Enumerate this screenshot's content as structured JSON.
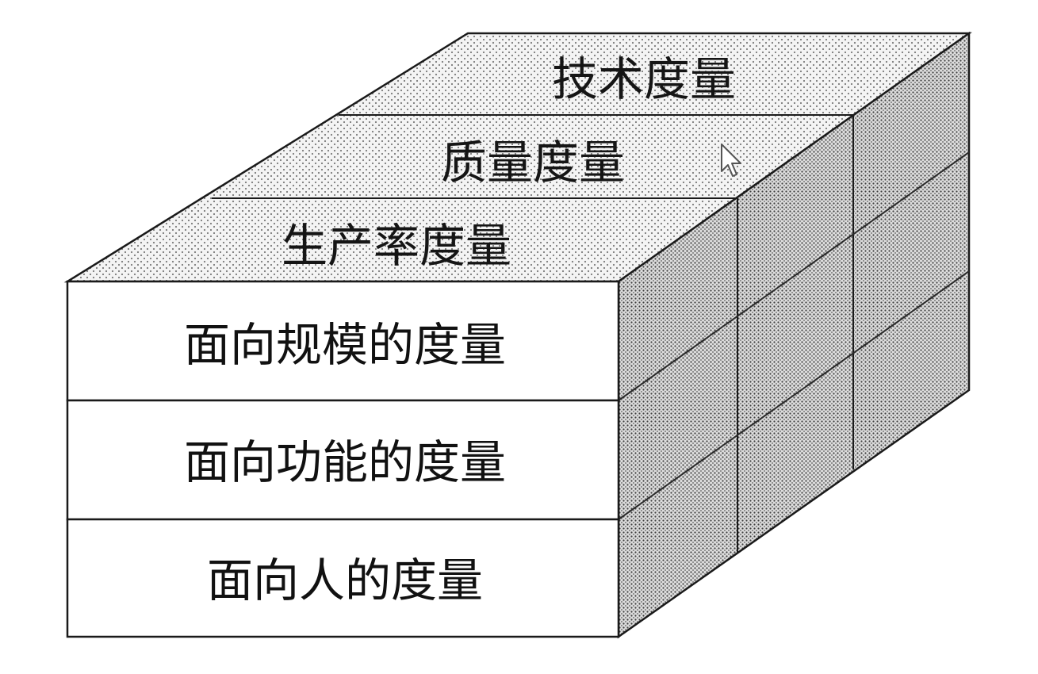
{
  "diagram": {
    "top_layers": [
      {
        "label": "技术度量"
      },
      {
        "label": "质量度量"
      },
      {
        "label": "生产率度量"
      }
    ],
    "front_layers": [
      {
        "label": "面向规模的度量"
      },
      {
        "label": "面向功能的度量"
      },
      {
        "label": "面向人的度量"
      }
    ]
  },
  "colors": {
    "edge": "#1a1a1a",
    "front_fill": "#ffffff",
    "top_fill": "#f2f2f2",
    "top_dot": "#7a7a7a",
    "side_fill": "#d6d6d6",
    "side_dot": "#4a4a4a"
  },
  "cursor": {
    "icon": "arrow-cursor-icon"
  }
}
